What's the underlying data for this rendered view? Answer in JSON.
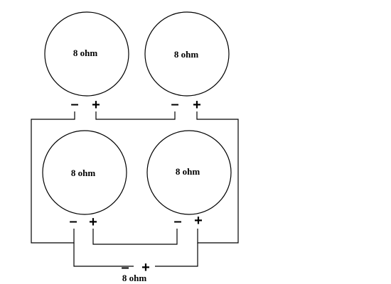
{
  "speakers": {
    "top_left": {
      "label": "8 ohm",
      "minus": "–",
      "plus": "+"
    },
    "top_right": {
      "label": "8 ohm",
      "minus": "–",
      "plus": "+"
    },
    "bottom_left": {
      "label": "8 ohm",
      "minus": "–",
      "plus": "+"
    },
    "bottom_right": {
      "label": "8 ohm",
      "minus": "–",
      "plus": "+"
    }
  },
  "output": {
    "label": "8 ohm",
    "minus": "–",
    "plus": "+"
  }
}
